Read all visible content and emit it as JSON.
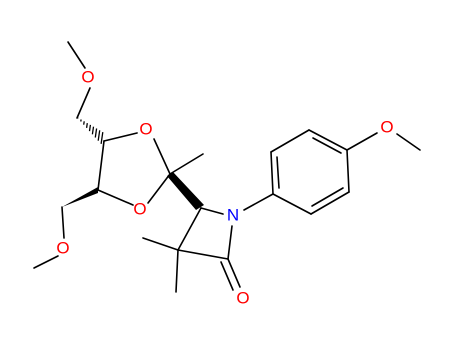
{
  "colors": {
    "bond": "#000000",
    "oxygen": "#ff0000",
    "nitrogen": "#0000ff",
    "background": "#ffffff"
  },
  "atoms": [
    {
      "id": "O_top",
      "element": "O",
      "label": "O"
    },
    {
      "id": "O_ring1",
      "element": "O",
      "label": "O"
    },
    {
      "id": "O_ring2",
      "element": "O",
      "label": "O"
    },
    {
      "id": "O_bot",
      "element": "O",
      "label": "O"
    },
    {
      "id": "N1",
      "element": "N",
      "label": "N"
    },
    {
      "id": "O_carb",
      "element": "O",
      "label": "O"
    },
    {
      "id": "O_ar",
      "element": "O",
      "label": "O"
    }
  ]
}
